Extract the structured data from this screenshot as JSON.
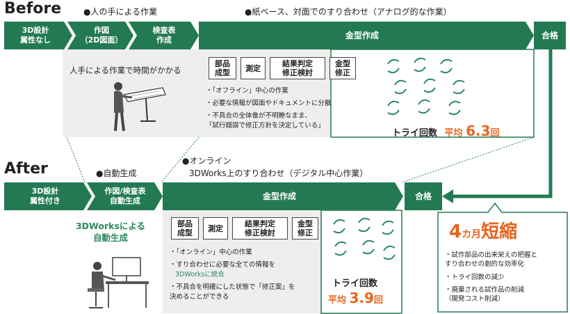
{
  "before": {
    "title": "Before",
    "note_manual": "●人の手による作業",
    "note_paper": "●紙ベース、対面でのすり合わせ（アナログ的な作業）",
    "step1": "3D設計\n属性なし",
    "step2": "作図\n（2D図面）",
    "step3": "検査表\n作成",
    "stage": "金型作成",
    "result": "合格",
    "manual_caption": "人手による作業で時間がかかる",
    "process_boxes": [
      "部品\n成型",
      "測定",
      "結果判定\n修正検討",
      "金型\n修正"
    ],
    "bullets": [
      "・「オフライン」中心の作業",
      "・必要な情報が図面やドキュメントに分散",
      "・不具合の全体像が不明瞭なまま、\n「試行錯誤で修正方針を決定している」"
    ],
    "try_label": "トライ回数",
    "avg_label": "平均",
    "avg_value": "6.3",
    "avg_unit": "回"
  },
  "after": {
    "title": "After",
    "note_auto": "●自動生成",
    "note_online": "●オンライン",
    "note_3dworks": "3DWorks上のすり合わせ（デジタル中心作業）",
    "step1": "3D設計\n属性付き",
    "step2": "作図/検査表\n自動生成",
    "stage": "金型作成",
    "result": "合格",
    "auto_caption": "3DWorksによる\n自動生成",
    "process_boxes": [
      "部品\n成型",
      "測定",
      "結果判定\n修正検討",
      "金型\n修正"
    ],
    "bullets": [
      "・「オンライン」中心の作業",
      "・すり合わせに必要な全ての情報を",
      "3DWorksに統合",
      "・不具合を明確にした状態で「修正案」を\n決めることができる"
    ],
    "try_label": "トライ回数",
    "avg_label": "平均",
    "avg_value": "3.9",
    "avg_unit": "回"
  },
  "summary": {
    "headline_num": "4",
    "headline_unit": "カ月",
    "headline_word": "短縮",
    "bullets": [
      "・試作部品の出来栄えの把握と\n すり合わせの劇的な効率化",
      "・トライ回数の減少",
      "・廃棄される試作品の削減\n （開発コスト削減）"
    ]
  },
  "colors": {
    "green": "#237a52",
    "panel": "#eeeeee",
    "orange": "#e8641e",
    "teal": "#2a8a5e"
  }
}
